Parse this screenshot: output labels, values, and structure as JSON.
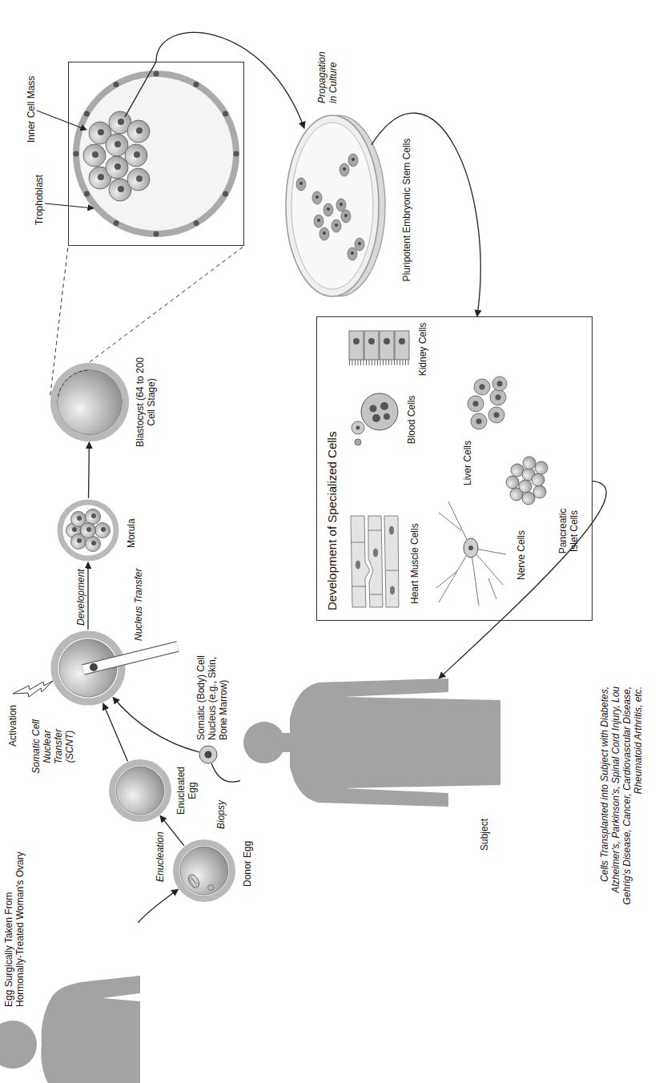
{
  "diagram": {
    "nodes": [
      {
        "text": [
          "Egg Surgically Taken From Hormonally-Treated Woman's Ovary"
        ]
      },
      {
        "text": [
          "Donor Egg"
        ]
      },
      {
        "text": [
          "Enucleated Egg"
        ]
      },
      {
        "text": [
          "Somatic (Body) Cell Nucleus (e.g., Skin, Bone Marrow)"
        ]
      },
      {
        "text": [
          "Activation"
        ]
      },
      {
        "text": [
          "Morula"
        ]
      },
      {
        "text": [
          "Blastocyst (64 to 200 Cell Stage)"
        ]
      },
      {
        "text": [
          "Trophoblast",
          "Inner Cell Mass"
        ]
      },
      {
        "text": [
          "Pluripotent Embryonic Stem Cells"
        ]
      },
      {
        "text": [
          "Development of Specialized Cells"
        ]
      },
      {
        "text": [
          "Heart Muscle Cells"
        ],
        "in": 9
      },
      {
        "text": [
          "Nerve Cells"
        ],
        "in": 9
      },
      {
        "text": [
          "Pancreatic Islet Cells"
        ],
        "in": 9
      },
      {
        "text": [
          "Blood Cells"
        ],
        "in": 9
      },
      {
        "text": [
          "Liver Cells"
        ],
        "in": 9
      },
      {
        "text": [
          "Kidney Cells"
        ],
        "in": 9
      },
      {
        "text": [
          "Subject"
        ]
      }
    ],
    "edges": [
      {
        "from": 0,
        "to": 1,
        "arrow": "to"
      },
      {
        "from": 1,
        "to": 2,
        "label": "Enucleation",
        "arrow": "to"
      },
      {
        "from": 2,
        "to": 4,
        "label": "Somatic Cell Nuclear Transfer (SCNT)",
        "arrow": "to"
      },
      {
        "from": 4,
        "to": 5,
        "label": "Development",
        "arrow": "to"
      },
      {
        "from": 5,
        "to": 6,
        "arrow": "to"
      },
      {
        "from": 6,
        "to": 7,
        "arrow": "none"
      },
      {
        "from": 7,
        "to": 8,
        "label": "Propagation in Culture",
        "arrow": "to"
      },
      {
        "from": 8,
        "to": 9,
        "arrow": "to"
      },
      {
        "from": 9,
        "to": 16,
        "arrow": "to"
      },
      {
        "from": 16,
        "to": 3,
        "label": "Biopsy",
        "arrow": "none"
      },
      {
        "from": 3,
        "to": 4,
        "arrow": "to"
      }
    ],
    "labels": [
      "Nucleus Transfer",
      "Cells Transplanted into Subject with Diabetes, Alzheimer's, Parkinson's, Spinal Cord Injury, Lou Gehrig's Disease, Cancer, Cardiovascular Disease, Rheumatoid Arthritis, etc."
    ]
  }
}
